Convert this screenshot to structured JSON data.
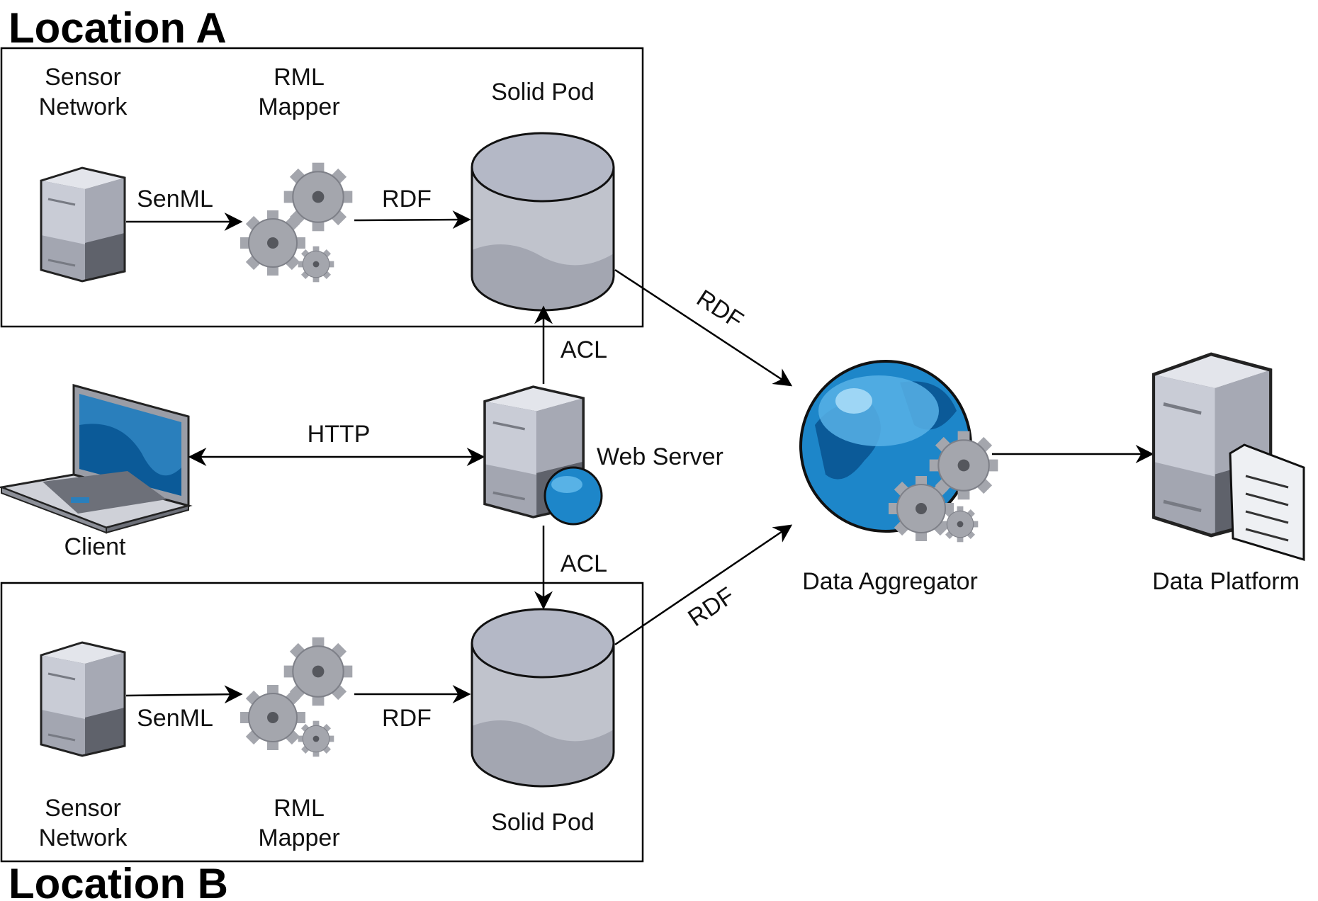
{
  "locations": {
    "a": {
      "title": "Location A"
    },
    "b": {
      "title": "Location B"
    }
  },
  "nodes": {
    "sensor_a": {
      "line1": "Sensor",
      "line2": "Network",
      "icon": "server-icon"
    },
    "rml_a": {
      "line1": "RML",
      "line2": "Mapper",
      "icon": "gears-icon"
    },
    "pod_a": {
      "label": "Solid Pod",
      "icon": "database-icon"
    },
    "sensor_b": {
      "line1": "Sensor",
      "line2": "Network",
      "icon": "server-icon"
    },
    "rml_b": {
      "line1": "RML",
      "line2": "Mapper",
      "icon": "gears-icon"
    },
    "pod_b": {
      "label": "Solid Pod",
      "icon": "database-icon"
    },
    "client": {
      "label": "Client",
      "icon": "laptop-icon"
    },
    "web_server": {
      "label": "Web Server",
      "icon": "web-server-icon"
    },
    "aggregator": {
      "label": "Data Aggregator",
      "icon": "globe-gears-icon"
    },
    "platform": {
      "label": "Data Platform",
      "icon": "server-document-icon"
    }
  },
  "edges": {
    "senml_a": "SenML",
    "rdf_a": "RDF",
    "senml_b": "SenML",
    "rdf_b": "RDF",
    "http": "HTTP",
    "acl_a": "ACL",
    "acl_b": "ACL",
    "rdf_agg_a": "RDF",
    "rdf_agg_b": "RDF"
  },
  "colors": {
    "server_light": "#c9ccd6",
    "server_mid": "#a6a9b4",
    "server_dark": "#6d7079",
    "gear": "#a4a6ad",
    "pod_body": "#c0c3cc",
    "pod_top": "#b4b8c6",
    "pod_bottom": "#a3a6b1",
    "globe": "#1d86c9",
    "globe_light": "#58b2e6",
    "screen": "#2a7fbc"
  }
}
